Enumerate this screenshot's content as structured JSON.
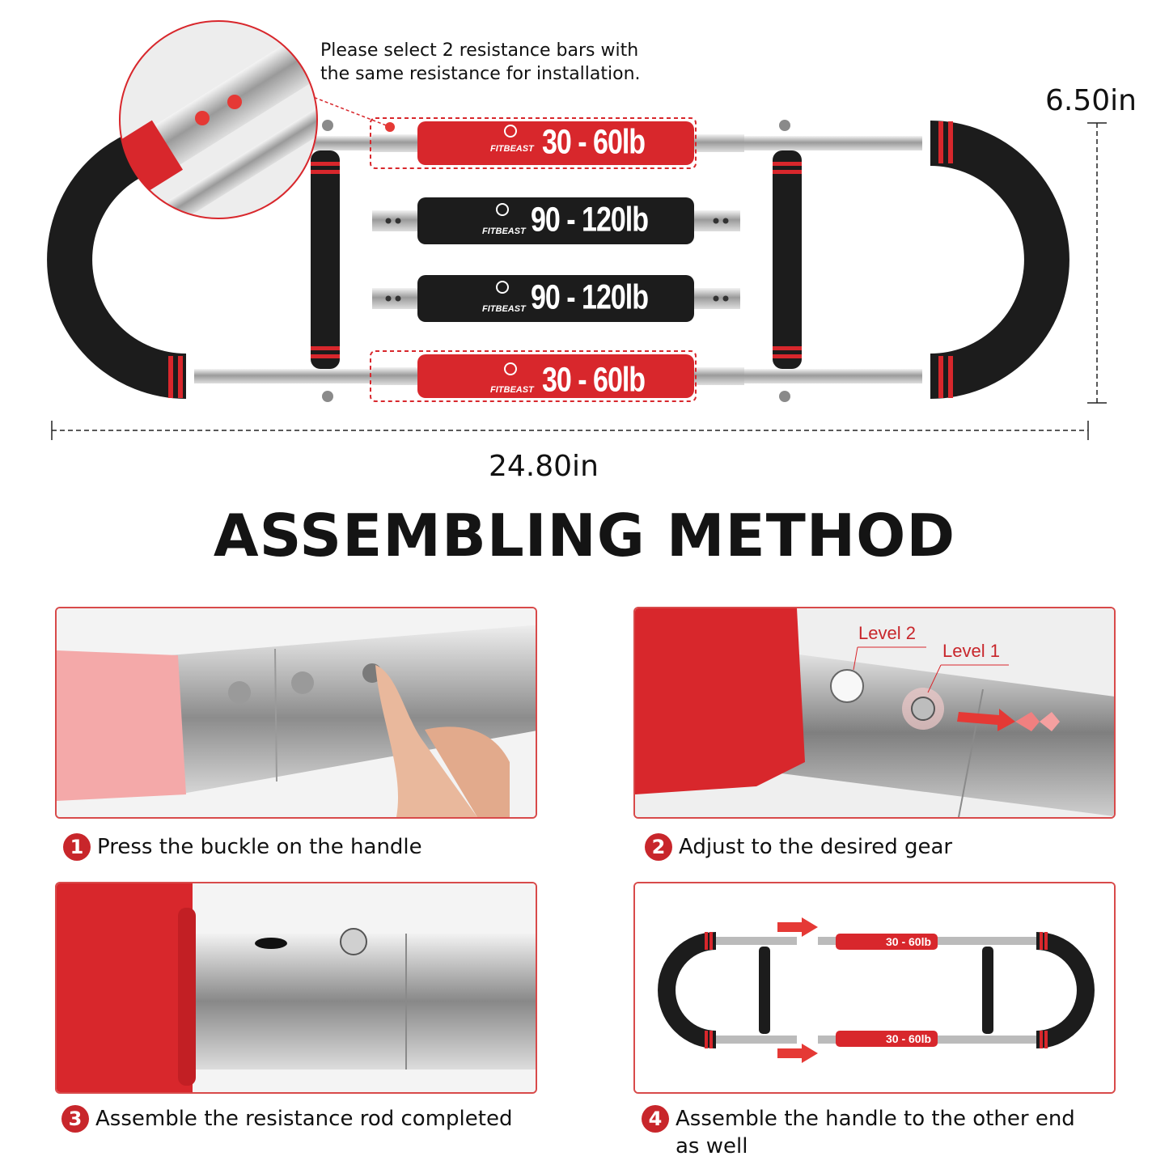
{
  "note": {
    "line1": "Please select 2 resistance bars with",
    "line2": "the same resistance for installation."
  },
  "dimensions": {
    "height": "6.50in",
    "width": "24.80in"
  },
  "bars": [
    {
      "brand": "FITBEAST",
      "label": "30 - 60lb",
      "color": "#d8272c"
    },
    {
      "brand": "FITBEAST",
      "label": "90 - 120lb",
      "color": "#1c1c1c"
    },
    {
      "brand": "FITBEAST",
      "label": "90 - 120lb",
      "color": "#1c1c1c"
    },
    {
      "brand": "FITBEAST",
      "label": "30 - 60lb",
      "color": "#d8272c"
    }
  ],
  "heading": "ASSEMBLING METHOD",
  "panel2": {
    "level2": "Level 2",
    "level1": "Level 1"
  },
  "panel4": {
    "top_label": "30 - 60lb",
    "bottom_label": "30 - 60lb"
  },
  "steps": [
    {
      "num": "1",
      "text": "Press the buckle on the handle"
    },
    {
      "num": "2",
      "text": "Adjust to the desired gear"
    },
    {
      "num": "3",
      "text": "Assemble the resistance rod completed"
    },
    {
      "num": "4",
      "text": "Assemble the handle to the other end as well"
    }
  ],
  "colors": {
    "accent": "#c8262b",
    "foam": "#1c1c1c",
    "steel": "#c7c7c7"
  }
}
